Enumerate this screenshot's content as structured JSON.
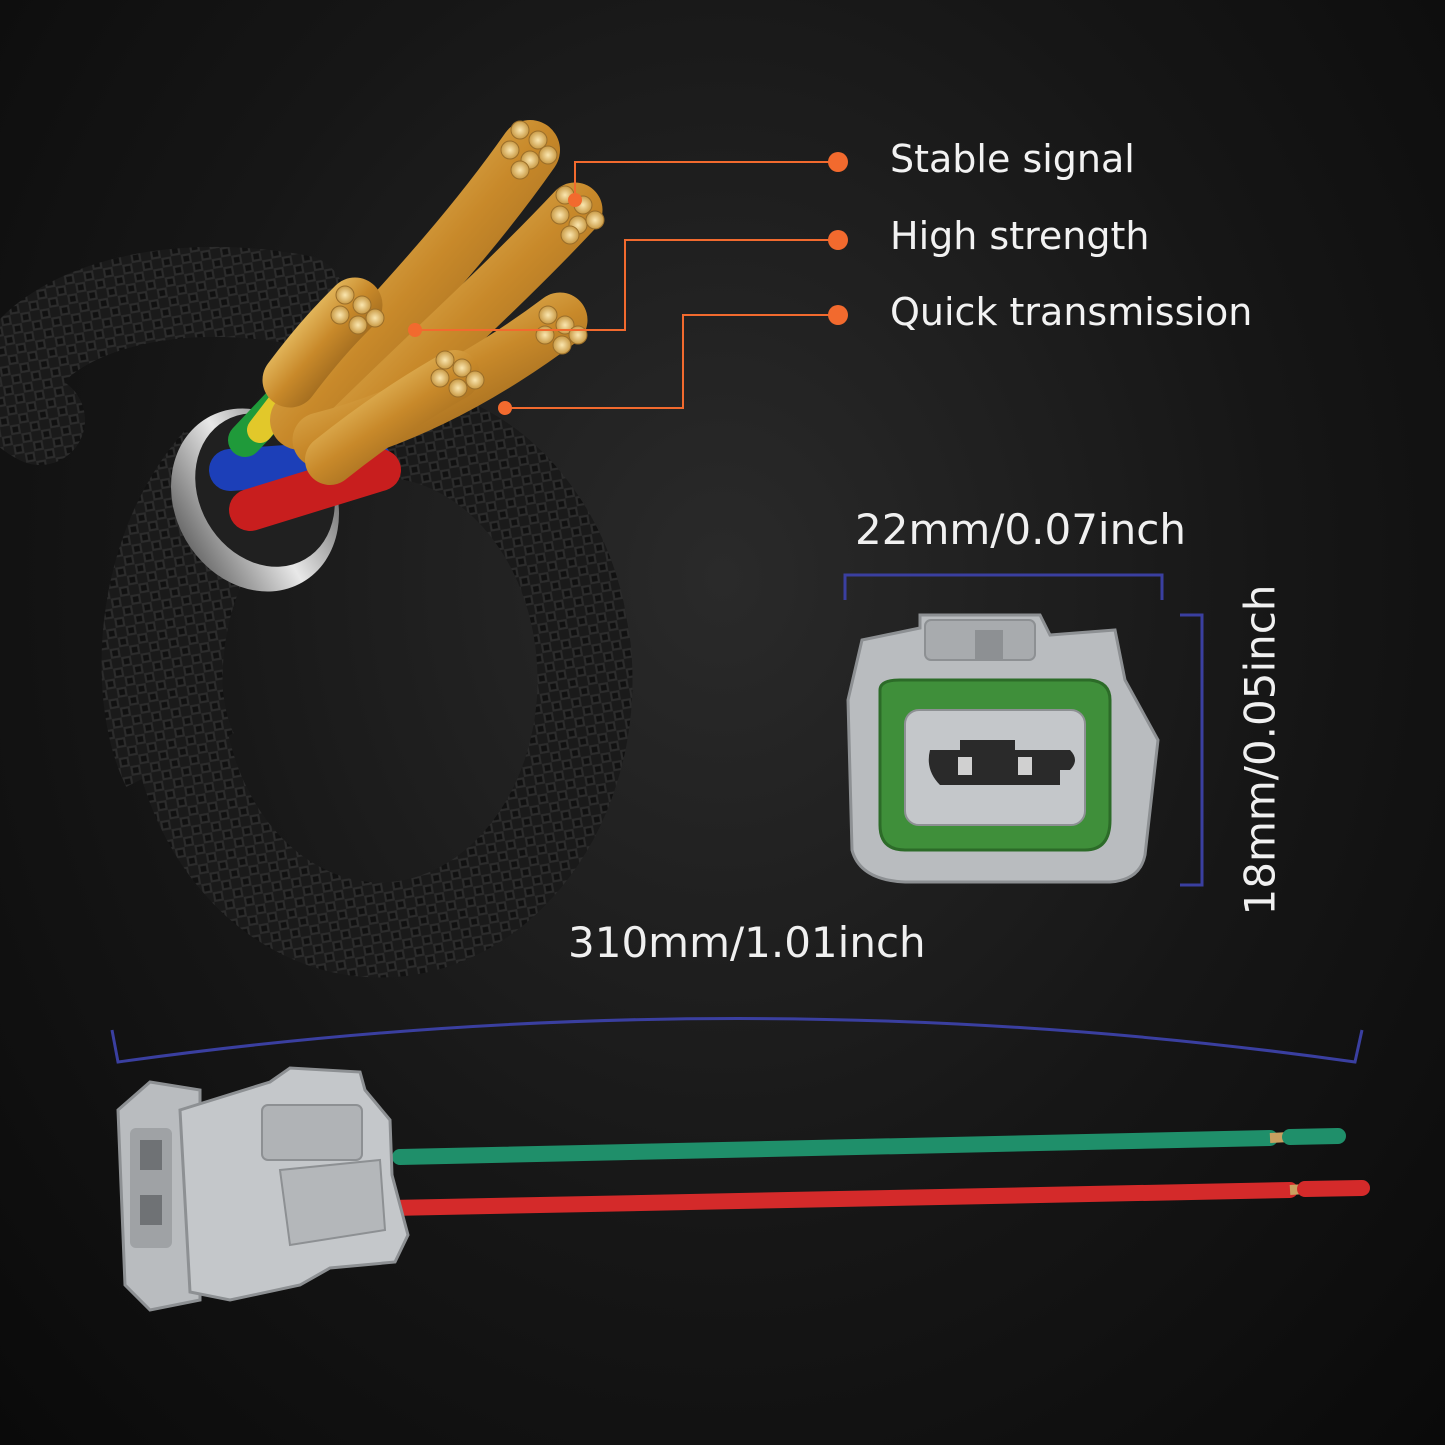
{
  "features": [
    {
      "label": "Stable signal"
    },
    {
      "label": "High strength"
    },
    {
      "label": "Quick transmission"
    }
  ],
  "dimensions": {
    "width_label": "22mm/0.07inch",
    "height_label": "18mm/0.05inch",
    "length_label": "310mm/1.01inch"
  },
  "colors": {
    "callout": "#f26a2e",
    "dimension_line": "#3a3fa0",
    "copper": "#d9a441",
    "connector_gray": "#b9bcbf",
    "seal_green": "#3f8f3a",
    "wire_green": "#1f8f6a",
    "wire_red": "#d42a2a"
  }
}
